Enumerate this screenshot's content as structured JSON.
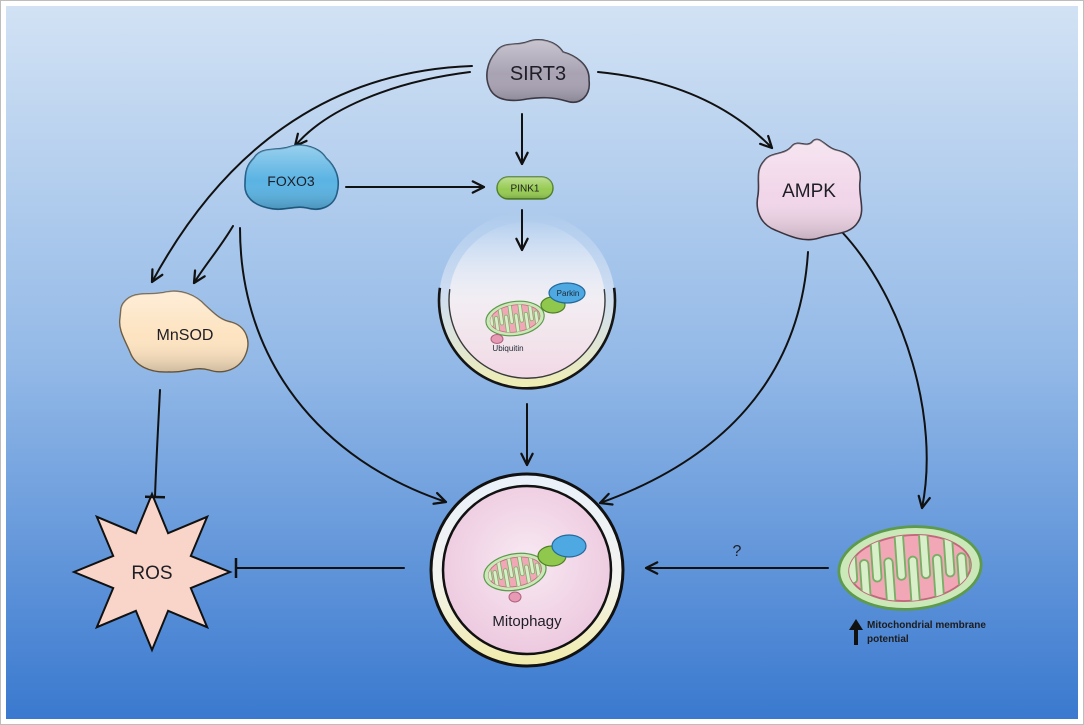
{
  "nodes": {
    "sirt3": {
      "label": "SIRT3",
      "color": "#a8a2b3"
    },
    "foxo3": {
      "label": "FOXO3",
      "color": "#5ab3e3"
    },
    "pink1": {
      "label": "PINK1",
      "color": "#96cb52"
    },
    "ampk": {
      "label": "AMPK",
      "color": "#f1d6e9"
    },
    "mnsod": {
      "label": "MnSOD",
      "color": "#fde3c0"
    },
    "ros": {
      "label": "ROS",
      "color": "#f9d5c9"
    }
  },
  "pink1_vesicle": {
    "parkin_label": "Parkin",
    "ubiquitin_label": "Ubiquitin"
  },
  "mitophagy_vesicle": {
    "label": "Mitophagy"
  },
  "mitochondrion": {
    "question_label": "?",
    "membrane_potential_icon": "up-arrow-icon",
    "membrane_potential_line1": "Mitochondrial membrane",
    "membrane_potential_line2": "potential"
  },
  "colors": {
    "background_top": "#d2e2f4",
    "background_middle": "#93b9e7",
    "background_bottom": "#3a79cf",
    "parkin": "#4ea8e1",
    "ubiquitin_marker": "#e79ab4",
    "green_protein": "#8fc84c",
    "mito_outer": "#cbe8b8",
    "mito_inner": "#f2a7b6",
    "vesicle_interior": "#ecc6dd"
  }
}
